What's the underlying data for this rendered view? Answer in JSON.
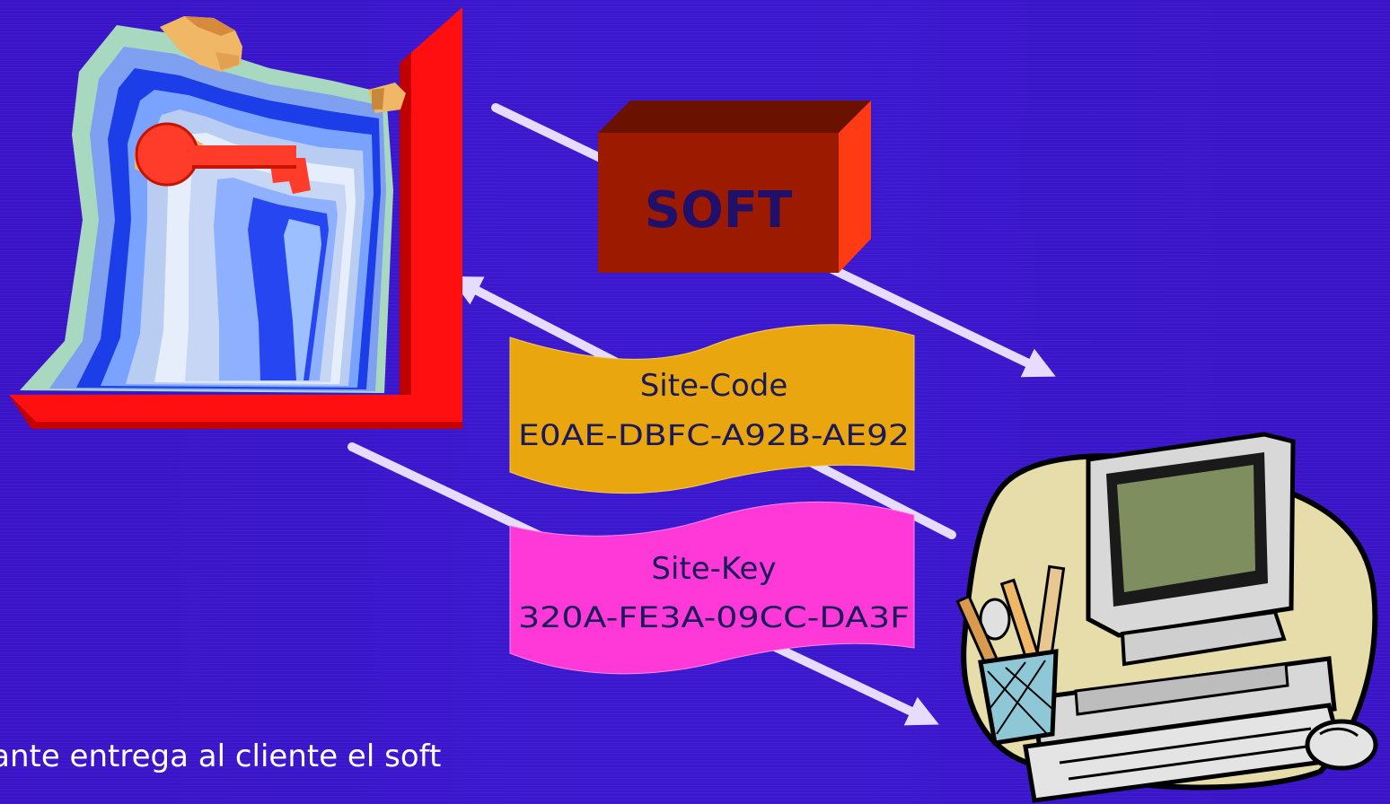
{
  "slide": {
    "box_label": "SOFT",
    "site_code": {
      "label": "Site-Code",
      "value": "E0AE-DBFC-A92B-AE92"
    },
    "site_key": {
      "label": "Site-Key",
      "value": "320A-FE3A-09CC-DA3F"
    },
    "caption": "ricante entrega al cliente el soft"
  },
  "colors": {
    "background": "#3b18d0",
    "box_front": "#9b1a00",
    "box_side": "#ff3b14",
    "box_text": "#20106a",
    "scroll_code": "#eaa60f",
    "scroll_key": "#ff38d8",
    "door_red": "#ff0f0f",
    "arrow": "#e6dcff"
  },
  "icons": [
    "person-at-door-illustration",
    "key-icon",
    "computer-icon",
    "pencil-cup-icon",
    "mouse-icon"
  ]
}
